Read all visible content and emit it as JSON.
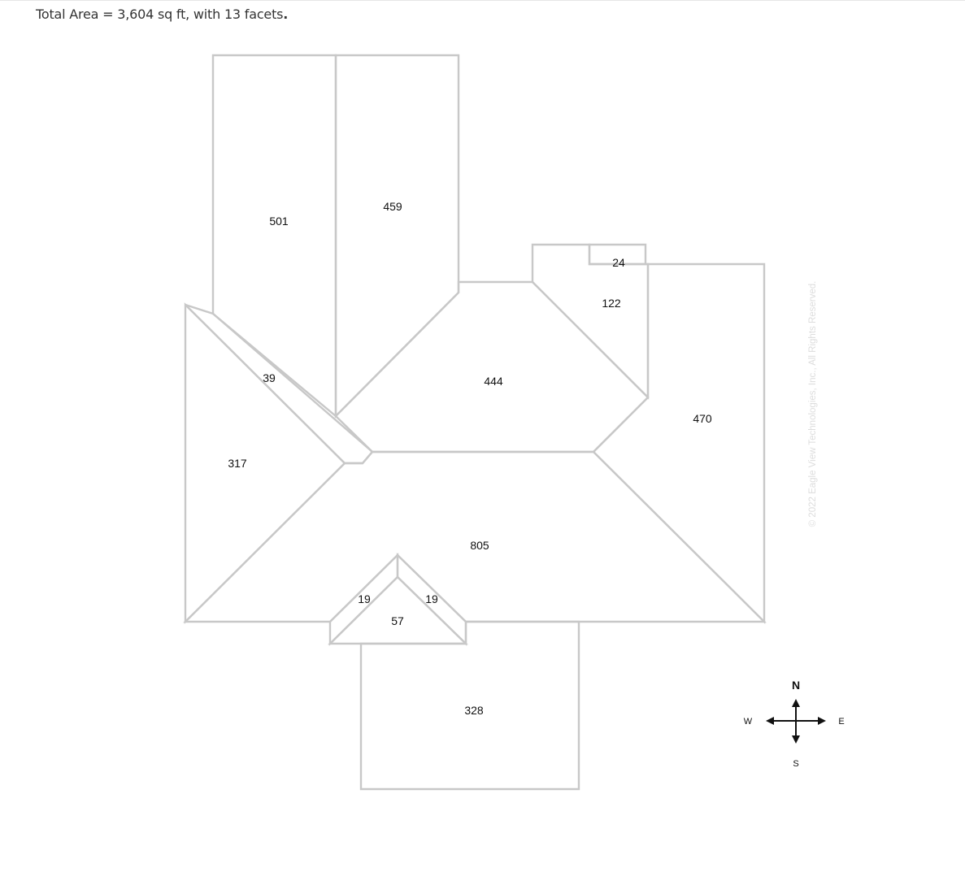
{
  "header": {
    "total_prefix": "Total Area = 3,604 sq ft, with 13 facets",
    "total_suffix": "."
  },
  "facets": [
    {
      "id": "north-west-plane",
      "area": "501"
    },
    {
      "id": "north-east-plane",
      "area": "459"
    },
    {
      "id": "small-box",
      "area": "24"
    },
    {
      "id": "notch-triangle",
      "area": "122"
    },
    {
      "id": "diagonal-strip",
      "area": "39"
    },
    {
      "id": "center-hip",
      "area": "444"
    },
    {
      "id": "east-plane",
      "area": "470"
    },
    {
      "id": "west-hip",
      "area": "317"
    },
    {
      "id": "main-south-plane",
      "area": "805"
    },
    {
      "id": "gable-left-sliver",
      "area": "19"
    },
    {
      "id": "gable-right-sliver",
      "area": "19"
    },
    {
      "id": "gable-triangle",
      "area": "57"
    },
    {
      "id": "south-rect",
      "area": "328"
    }
  ],
  "compass": {
    "north": "N",
    "south": "S",
    "east": "E",
    "west": "W"
  },
  "copyright": "© 2022 Eagle View Technologies, Inc., All Rights Reserved."
}
